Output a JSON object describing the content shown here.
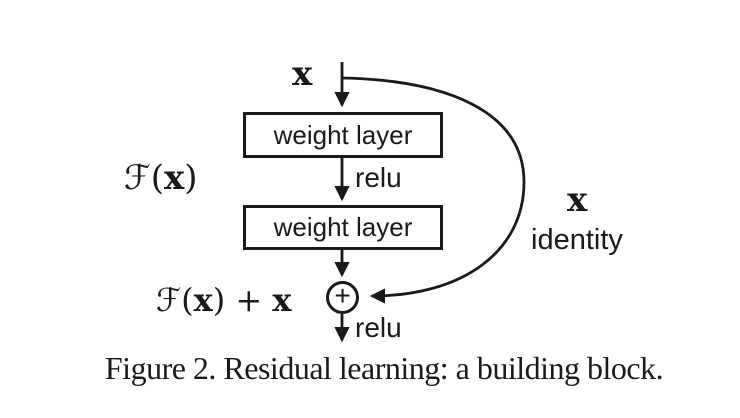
{
  "diagram": {
    "input_label": "x",
    "box1_label": "weight layer",
    "box2_label": "weight layer",
    "relu_mid_label": "relu",
    "relu_out_label": "relu",
    "plus_label": "+",
    "residual_fn": {
      "func": "ℱ(",
      "arg": "x",
      "close": ")"
    },
    "output_sum": {
      "func": "ℱ(",
      "arg": "x",
      "close": ") + ",
      "arg2": "x"
    },
    "skip": {
      "x_label": "x",
      "name_label": "identity"
    },
    "colors": {
      "ink": "#1a1a1a",
      "background": "#ffffff"
    }
  },
  "caption": {
    "text": "Figure 2. Residual learning: a building block."
  }
}
